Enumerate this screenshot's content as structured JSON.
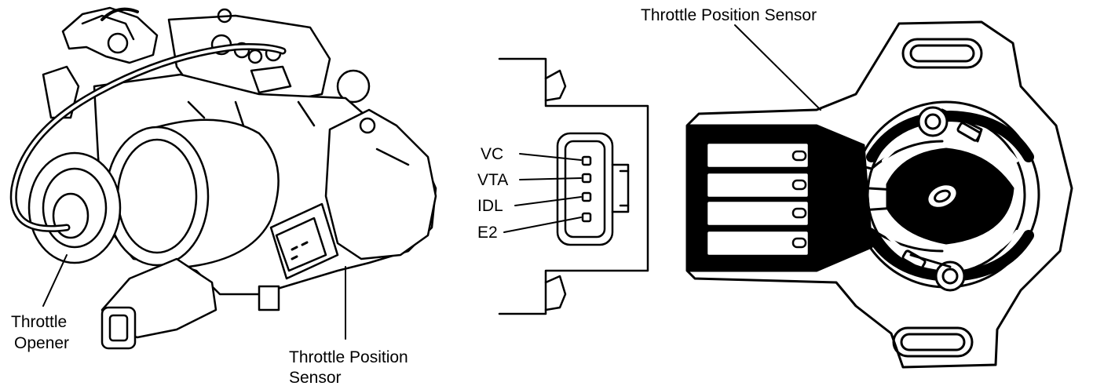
{
  "labels": {
    "throttle_opener_line1": "Throttle",
    "throttle_opener_line2": "Opener",
    "tps_bottom_line1": "Throttle Position",
    "tps_bottom_line2": "Sensor",
    "tps_top": "Throttle Position Sensor"
  },
  "connector": {
    "pins": [
      "VC",
      "VTA",
      "IDL",
      "E2"
    ]
  },
  "colors": {
    "ink": "#000000",
    "paper": "#ffffff"
  }
}
